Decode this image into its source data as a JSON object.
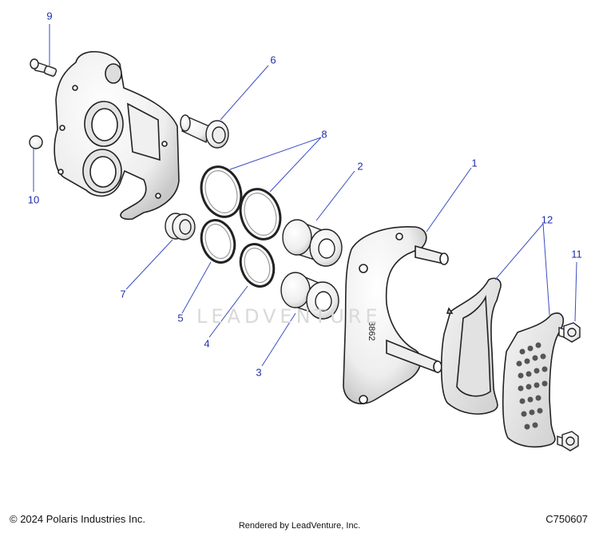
{
  "callouts": [
    {
      "label": "1"
    },
    {
      "label": "2"
    },
    {
      "label": "3"
    },
    {
      "label": "4"
    },
    {
      "label": "5"
    },
    {
      "label": "6"
    },
    {
      "label": "7"
    },
    {
      "label": "8"
    },
    {
      "label": "9"
    },
    {
      "label": "10"
    },
    {
      "label": "11"
    },
    {
      "label": "12"
    }
  ],
  "bracket_stamp": "3862",
  "watermark": "LEADVENTURE",
  "footer": {
    "copyright": "© 2024 Polaris Industries Inc.",
    "rendered_by": "Rendered by LeadVenture, Inc.",
    "diagram_code": "C750607"
  },
  "colors": {
    "callout_text": "#1f2fa8",
    "leader_line": "#3b4cc0",
    "part_outline": "#222222",
    "part_fill": "#f4f4f4"
  }
}
